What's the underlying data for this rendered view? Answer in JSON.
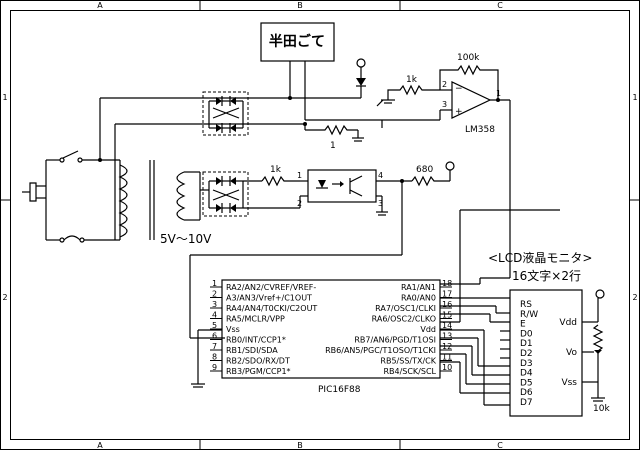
{
  "frame": {
    "col_markers": [
      "A",
      "B",
      "C"
    ],
    "row_markers": [
      "1",
      "2"
    ]
  },
  "components": {
    "iron_label": "半田ごて",
    "r_1k_top": "1k",
    "r_100k": "100k",
    "r_1": "1",
    "opamp": "LM358",
    "r_1k_mid": "1k",
    "r_680": "680",
    "transformer": "5V〜10V",
    "mcu_name": "PIC16F88",
    "lcd_title": "<LCD液晶モニタ>",
    "lcd_subtitle": "16文字×2行",
    "pot": "10k"
  },
  "opamp_pins": [
    "2",
    "3",
    "1"
  ],
  "opto_pins": [
    "1",
    "2",
    "3",
    "4"
  ],
  "pic_left": [
    {
      "num": "1",
      "name": "RA2/AN2/CVREF/VREF-"
    },
    {
      "num": "2",
      "name": "A3/AN3/Vref+/C1OUT"
    },
    {
      "num": "3",
      "name": "RA4/AN4/T0CKI/C2OUT"
    },
    {
      "num": "4",
      "name": "RA5/MCLR/VPP"
    },
    {
      "num": "5",
      "name": "Vss"
    },
    {
      "num": "6",
      "name": "RB0/INT/CCP1*"
    },
    {
      "num": "7",
      "name": "RB1/SDI/SDA"
    },
    {
      "num": "8",
      "name": "RB2/SDO/RX/DT"
    },
    {
      "num": "9",
      "name": "RB3/PGM/CCP1*"
    }
  ],
  "pic_right": [
    {
      "num": "18",
      "name": "RA1/AN1"
    },
    {
      "num": "17",
      "name": "RA0/AN0"
    },
    {
      "num": "16",
      "name": "RA7/OSC1/CLKI"
    },
    {
      "num": "15",
      "name": "RA6/OSC2/CLKO"
    },
    {
      "num": "14",
      "name": "Vdd"
    },
    {
      "num": "13",
      "name": "RB7/AN6/PGD/T1OSI"
    },
    {
      "num": "12",
      "name": "RB6/AN5/PGC/T1OSO/T1CKI"
    },
    {
      "num": "11",
      "name": "RB5/SS/TX/CK"
    },
    {
      "num": "10",
      "name": "RB4/SCK/SCL"
    }
  ],
  "lcd_pins_left": [
    "RS",
    "R/W",
    "E",
    "D0",
    "D1",
    "D2",
    "D3",
    "D4",
    "D5",
    "D6",
    "D7"
  ],
  "lcd_pins_right": [
    "Vdd",
    "Vo",
    "Vss"
  ]
}
